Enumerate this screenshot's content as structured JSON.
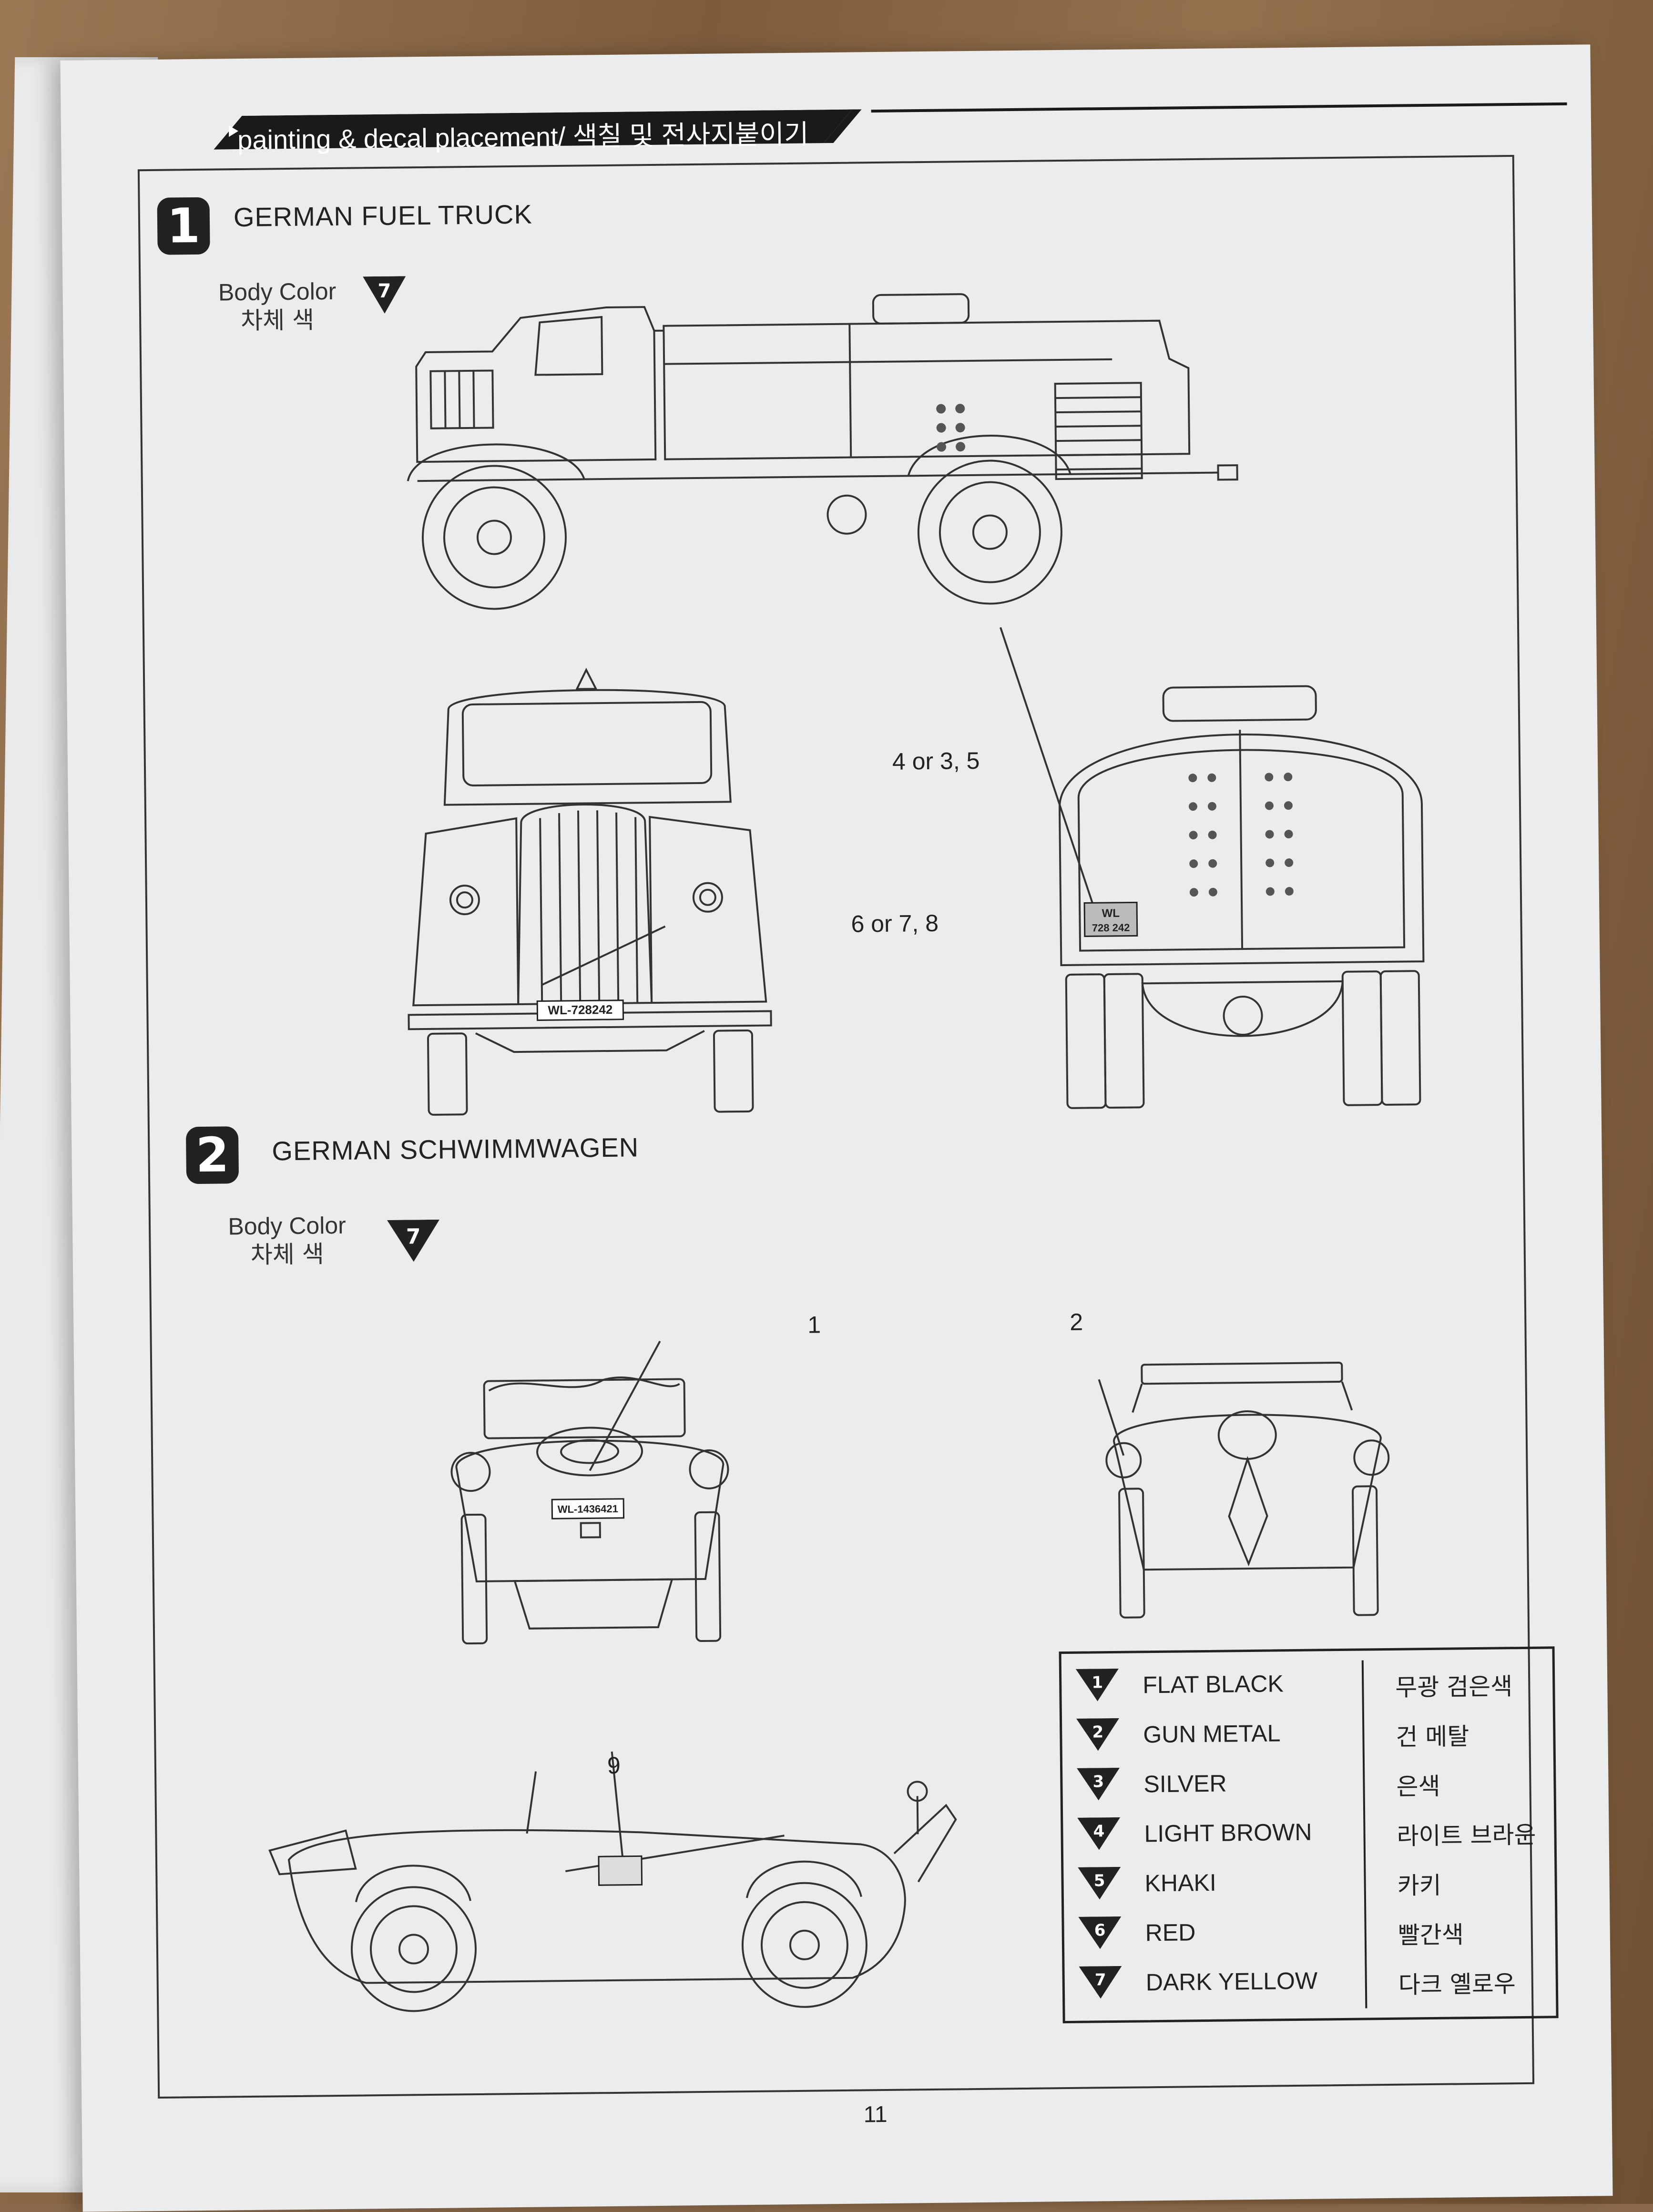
{
  "header": {
    "title": "painting & decal placement/ 색칠 및 전사지붙이기"
  },
  "sections": [
    {
      "number": "1",
      "title": "GERMAN FUEL TRUCK",
      "body_color_en": "Body Color",
      "body_color_ko": "차체 색",
      "body_color_code": "7",
      "callouts": {
        "rear_plate": "4 or 3, 5",
        "front_plate": "6 or 7, 8"
      },
      "plates": {
        "front": "WL-728242",
        "rear_line1": "WL",
        "rear_line2": "728 242"
      }
    },
    {
      "number": "2",
      "title": "GERMAN SCHWIMMWAGEN",
      "body_color_en": "Body Color",
      "body_color_ko": "차체 색",
      "body_color_code": "7",
      "callouts": {
        "front": "1",
        "rear": "2",
        "side": "9"
      },
      "plates": {
        "front": "WL-1436421"
      }
    }
  ],
  "legend": {
    "items": [
      {
        "code": "1",
        "en": "FLAT BLACK",
        "ko": "무광 검은색"
      },
      {
        "code": "2",
        "en": "GUN METAL",
        "ko": "건 메탈"
      },
      {
        "code": "3",
        "en": "SILVER",
        "ko": "은색"
      },
      {
        "code": "4",
        "en": "LIGHT BROWN",
        "ko": "라이트 브라운"
      },
      {
        "code": "5",
        "en": "KHAKI",
        "ko": "카키"
      },
      {
        "code": "6",
        "en": "RED",
        "ko": "빨간색"
      },
      {
        "code": "7",
        "en": "DARK YELLOW",
        "ko": "다크 옐로우"
      }
    ]
  },
  "page_number": "11",
  "colors": {
    "ink": "#222222",
    "paper": "#ebecee",
    "table": "#8a6a4a"
  }
}
